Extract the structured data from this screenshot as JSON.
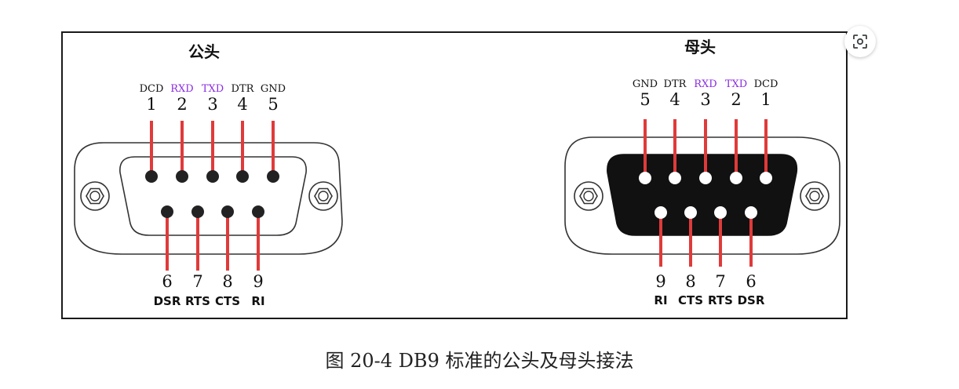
{
  "colors": {
    "pin_line": "#e03a3a",
    "purple_label": "#8a2be2",
    "shell_dark": "#111111"
  },
  "male": {
    "title": "公头",
    "top_pins": [
      {
        "num": "1",
        "signal": "DCD",
        "highlight": false
      },
      {
        "num": "2",
        "signal": "RXD",
        "highlight": true
      },
      {
        "num": "3",
        "signal": "TXD",
        "highlight": true
      },
      {
        "num": "4",
        "signal": "DTR",
        "highlight": false
      },
      {
        "num": "5",
        "signal": "GND",
        "highlight": false
      }
    ],
    "bottom_pins": [
      {
        "num": "6",
        "signal": "DSR"
      },
      {
        "num": "7",
        "signal": "RTS"
      },
      {
        "num": "8",
        "signal": "CTS"
      },
      {
        "num": "9",
        "signal": "RI"
      }
    ]
  },
  "female": {
    "title": "母头",
    "top_pins": [
      {
        "num": "5",
        "signal": "GND",
        "highlight": false
      },
      {
        "num": "4",
        "signal": "DTR",
        "highlight": false
      },
      {
        "num": "3",
        "signal": "RXD",
        "highlight": true
      },
      {
        "num": "2",
        "signal": "TXD",
        "highlight": true
      },
      {
        "num": "1",
        "signal": "DCD",
        "highlight": false
      }
    ],
    "bottom_pins": [
      {
        "num": "9",
        "signal": "RI"
      },
      {
        "num": "8",
        "signal": "CTS"
      },
      {
        "num": "7",
        "signal": "RTS"
      },
      {
        "num": "6",
        "signal": "DSR"
      }
    ]
  },
  "caption": "图 20-4 DB9 标准的公头及母头接法",
  "toolbar": {
    "lens_icon": "lens-search-icon"
  }
}
